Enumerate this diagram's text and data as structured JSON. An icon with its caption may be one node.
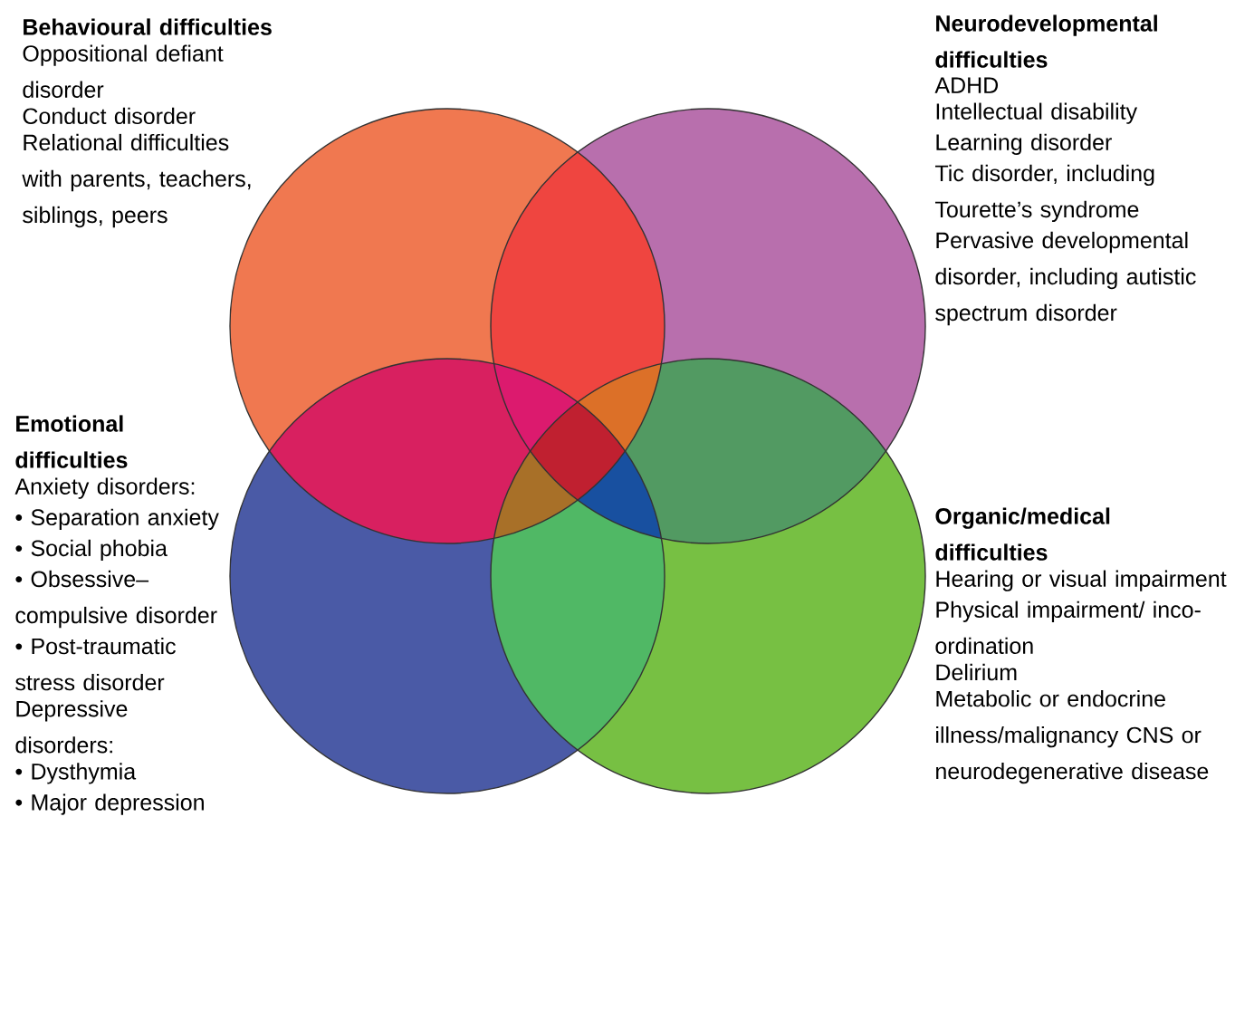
{
  "diagram": {
    "nodes": [
      {
        "text": [],
        "shape": "circle",
        "beside": [
          "Behavioural difficulties",
          "Oppositional defiant disorder",
          "Conduct disorder",
          "Relational difficulties with parents, teachers, siblings, peers"
        ]
      },
      {
        "text": [],
        "shape": "circle",
        "beside": [
          "Neurodevelopmental difficulties",
          "ADHD",
          "Intellectual disability",
          "Learning disorder",
          "Tic disorder, including Tourette’s syndrome",
          "Pervasive developmental disorder, including autistic spectrum disorder"
        ]
      },
      {
        "text": [],
        "shape": "circle",
        "beside": [
          "Emotional difficulties",
          "Anxiety disorders:",
          "• Separation anxiety",
          "• Social phobia",
          "• Obsessive–compulsive disorder",
          "• Post-traumatic stress disorder",
          "Depressive disorders:",
          "• Dysthymia",
          "• Major depression"
        ]
      },
      {
        "text": [],
        "shape": "circle",
        "beside": [
          "Organic/medical difficulties",
          "Hearing or visual impairment",
          "Physical impairment/ inco-ordination",
          "Delirium",
          "Metabolic or endocrine illness/malignancy CNS or neurodegenerative disease"
        ]
      }
    ]
  }
}
